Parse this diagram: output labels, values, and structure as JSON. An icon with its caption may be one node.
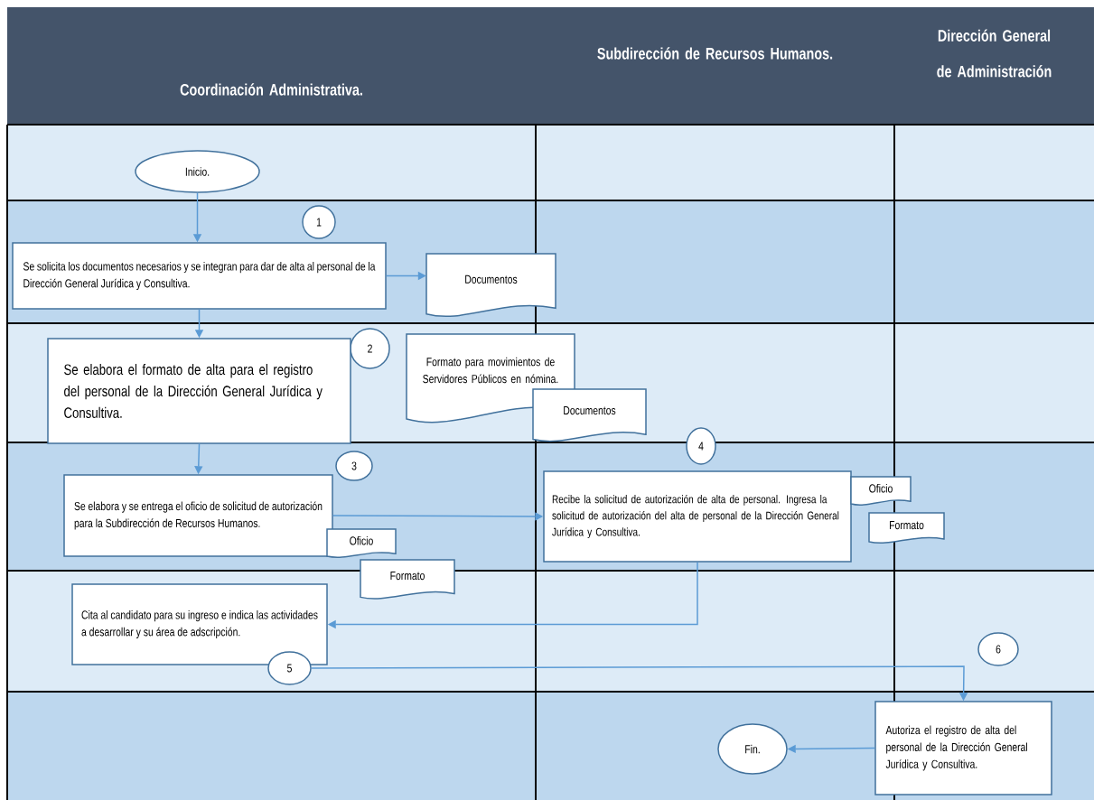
{
  "diagram": {
    "nodes": [
      {
        "text": [
          "Coordinación Administrativa."
        ]
      },
      {
        "text": [
          "Subdirección de Recursos Humanos."
        ]
      },
      {
        "text": [
          "Dirección General de Administración"
        ]
      },
      {
        "text": [
          "Inicio."
        ]
      },
      {
        "text": [
          "1"
        ]
      },
      {
        "text": [
          "Se solicita los documentos necesarios y se integran para dar de alta al personal de la Dirección General Jurídica y Consultiva."
        ]
      },
      {
        "text": [
          "Documentos"
        ]
      },
      {
        "text": [
          "2"
        ]
      },
      {
        "text": [
          "Se elabora el formato de alta para el registro del personal de la Dirección General Jurídica y Consultiva."
        ]
      },
      {
        "text": [
          "Formato para movimientos de Servidores Públicos en nómina."
        ]
      },
      {
        "text": [
          "Documentos"
        ]
      },
      {
        "text": [
          "3"
        ]
      },
      {
        "text": [
          "Se elabora y se entrega el oficio de solicitud de autorización para la Subdirección de Recursos Humanos."
        ]
      },
      {
        "text": [
          "4"
        ]
      },
      {
        "text": [
          "Recibe la solicitud de autorización de alta de personal. Ingresa la solicitud de autorización del alta de personal de la Dirección General Jurídica y Consultiva."
        ]
      },
      {
        "text": [
          "Oficio"
        ]
      },
      {
        "text": [
          "Formato"
        ]
      },
      {
        "text": [
          "Oficio"
        ]
      },
      {
        "text": [
          "Formato"
        ]
      },
      {
        "text": [
          "Cita al candidato para su ingreso e indica las actividades a desarrollar y su área de adscripción."
        ]
      },
      {
        "text": [
          "5"
        ]
      },
      {
        "text": [
          "6"
        ]
      },
      {
        "text": [
          "Autoriza el registro de alta del personal de la Dirección General Jurídica y Consultiva."
        ]
      },
      {
        "text": [
          "Fin."
        ]
      }
    ],
    "edges": [
      {
        "from": 3,
        "to": 5,
        "arrow": "to"
      },
      {
        "from": 5,
        "to": 6,
        "arrow": "to"
      },
      {
        "from": 5,
        "to": 8,
        "arrow": "to"
      },
      {
        "from": 8,
        "to": 12,
        "arrow": "to"
      },
      {
        "from": 12,
        "to": 14,
        "arrow": "to"
      },
      {
        "from": 14,
        "to": 19,
        "arrow": "to"
      },
      {
        "from": 20,
        "to": 22,
        "arrow": "to"
      },
      {
        "from": 22,
        "to": 23,
        "arrow": "to"
      }
    ]
  }
}
